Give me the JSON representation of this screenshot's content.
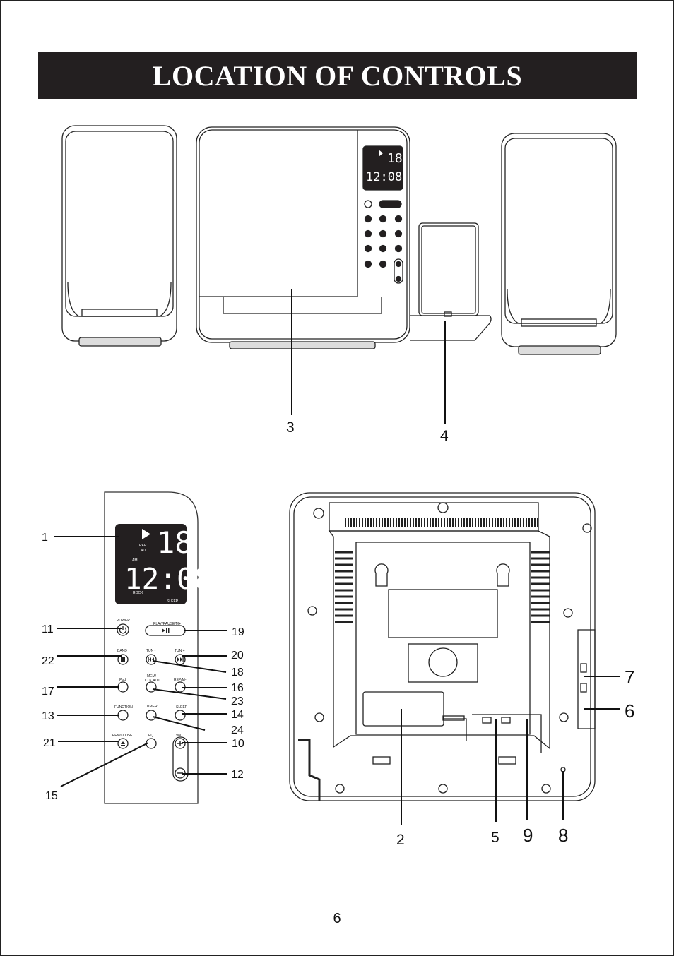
{
  "page": {
    "title": "LOCATION OF CONTROLS",
    "page_number": "6"
  },
  "front_callouts": [
    "3",
    "4"
  ],
  "panel_callouts": {
    "left": [
      "1",
      "11",
      "22",
      "17",
      "13",
      "21",
      "15"
    ],
    "right": [
      "19",
      "20",
      "18",
      "16",
      "23",
      "14",
      "24",
      "10",
      "12"
    ]
  },
  "rear_callouts": [
    "7",
    "6",
    "2",
    "5",
    "9",
    "8"
  ],
  "display": {
    "track": "18",
    "time": "12:08",
    "rep": "REP",
    "all": "ALL",
    "am": "AM",
    "rock": "ROCK",
    "sleep": "SLEEP"
  },
  "button_labels": {
    "power": "POWER",
    "play_pause": "PLAY/PAUSE/M+",
    "band": "BAND",
    "tun_minus": "TUN -",
    "tun_plus": "TUN +",
    "ipod": "iPod",
    "mem": "MEM/",
    "clk_adj": "CLK.ADJ",
    "rep_m": "REP/M-",
    "function": "FUNCTION",
    "timer": "TIMER",
    "sleep": "SLEEP",
    "open_close": "OPEN/CLOSE",
    "eq": "EQ",
    "vol": "Vol"
  },
  "icons": [
    "power-icon",
    "play-pause-icon",
    "stop-icon",
    "prev-icon",
    "next-icon",
    "eject-icon",
    "plus-icon",
    "minus-icon"
  ]
}
